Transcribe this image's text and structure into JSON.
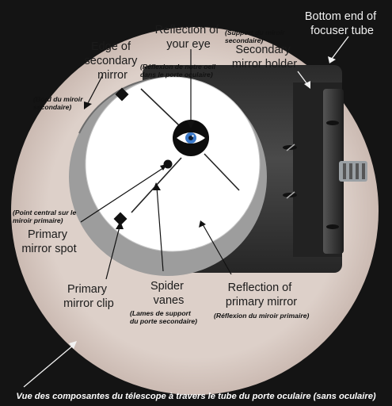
{
  "labels": {
    "bottom_end_line1": "Bottom end of",
    "bottom_end_line2": "focuser tube",
    "reflection_eye_line1": "Reflection of",
    "reflection_eye_line2": "your eye",
    "edge_secondary_line1": "Edge of",
    "edge_secondary_line2": "secondary",
    "edge_secondary_line3": "mirror",
    "secondary_holder_line1": "Secondary",
    "secondary_holder_line2": "mirror holder",
    "primary_spot_line1": "Primary",
    "primary_spot_line2": "mirror spot",
    "primary_clip_line1": "Primary",
    "primary_clip_line2": "mirror clip",
    "spider_line1": "Spider",
    "spider_line2": "vanes",
    "reflection_primary_line1": "Reflection of",
    "reflection_primary_line2": "primary mirror"
  },
  "notes": {
    "support_line1": "(Support du miroir",
    "support_line2": "secondaire)",
    "reflet_oeil_line1": "(Réflexion de notre oeil",
    "reflet_oeil_line2": "dans le porte oculaire)",
    "bord_line1": "(Bord du miroir",
    "bord_line2": "secondaire)",
    "point_line1": "(Point central sur le",
    "point_line2": "miroir primaire)",
    "lames_line1": "(Lames de support",
    "lames_line2": "du porte secondaire)",
    "reflet_primaire": "(Réflexion du miroir primaire)"
  },
  "caption": "Vue des composantes du télescope à travers le tube du porte oculaire (sans oculaire)",
  "colors": {
    "background": "#141414",
    "focuser_field": "#d9cbc4",
    "secondary_mirror": "#9a9a9a",
    "primary_reflection": "#ffffff",
    "holder": "#3a3a3a",
    "eye_iris": "#3a78c8"
  }
}
